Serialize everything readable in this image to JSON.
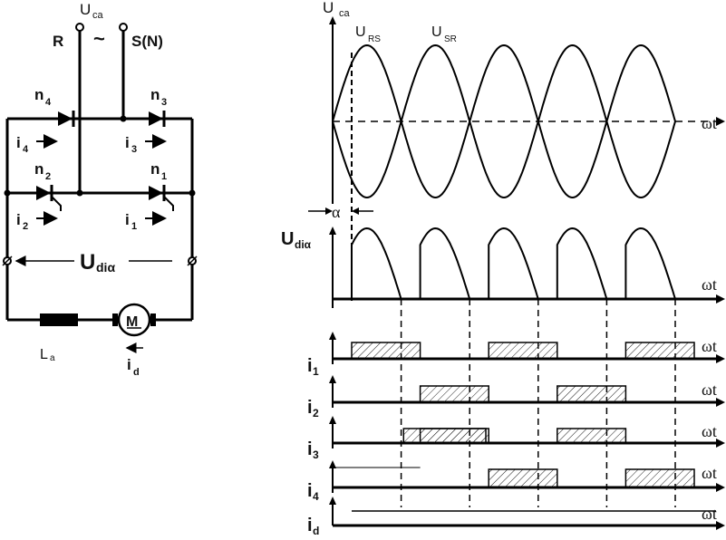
{
  "circuit": {
    "supply_label": "U",
    "supply_sub": "ca",
    "phase_r": "R",
    "tilde": "~",
    "phase_s": "S(N)",
    "thyristors": [
      {
        "name": "n",
        "sub": "4"
      },
      {
        "name": "n",
        "sub": "3"
      },
      {
        "name": "n",
        "sub": "2"
      },
      {
        "name": "n",
        "sub": "1"
      }
    ],
    "currents": [
      {
        "name": "i",
        "sub": "4"
      },
      {
        "name": "i",
        "sub": "3"
      },
      {
        "name": "i",
        "sub": "2"
      },
      {
        "name": "i",
        "sub": "1"
      }
    ],
    "output_voltage": "U",
    "output_voltage_sub": "diα",
    "inductor": "L",
    "inductor_sub": "a",
    "motor": "M",
    "load_current": "i",
    "load_current_sub": "d"
  },
  "waveforms": {
    "axis_label": "ωt",
    "alpha": "α",
    "supply": {
      "label": "U",
      "sub": "ca",
      "curve_1": "U",
      "curve_1_sub": "RS",
      "curve_2": "U",
      "curve_2_sub": "SR"
    },
    "output": {
      "label": "U",
      "sub": "diα"
    },
    "currents": [
      {
        "name": "i",
        "sub": "1"
      },
      {
        "name": "i",
        "sub": "2"
      },
      {
        "name": "i",
        "sub": "3"
      },
      {
        "name": "i",
        "sub": "4"
      },
      {
        "name": "i",
        "sub": "d"
      }
    ],
    "half_periods": 5
  }
}
